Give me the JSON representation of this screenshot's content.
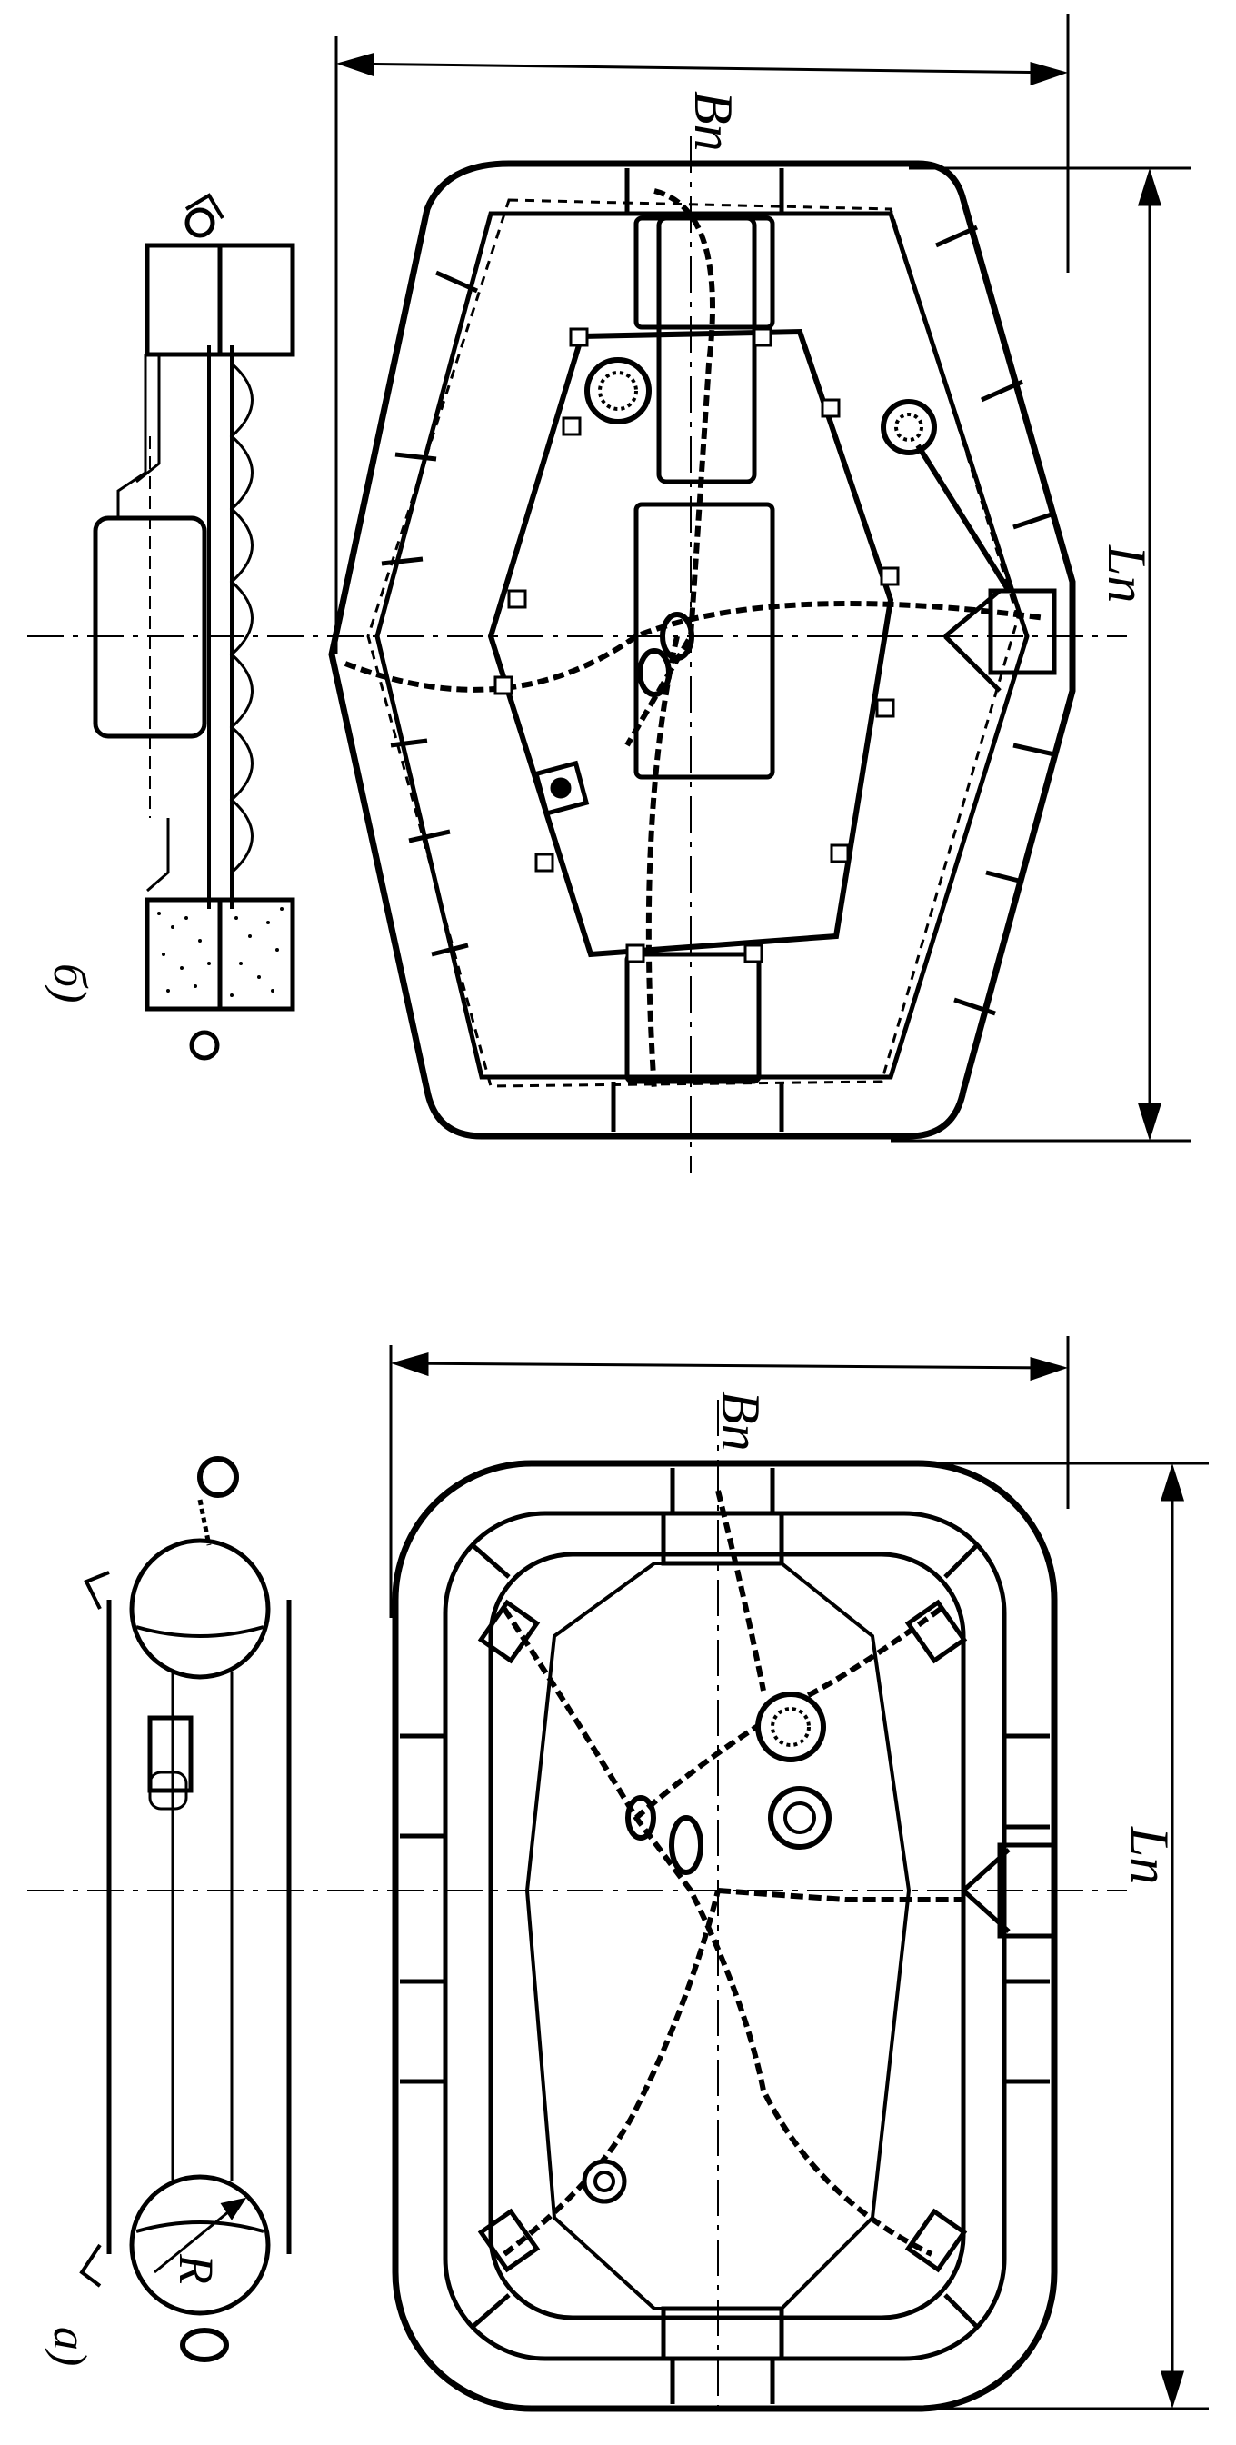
{
  "figure": {
    "top": {
      "panel_label": "б)",
      "width_label": "Bn",
      "length_label": "Ln"
    },
    "bottom": {
      "panel_label": "a)",
      "width_label": "Bn",
      "length_label": "Ln",
      "radius_label": "R"
    }
  },
  "colors": {
    "ink": "#000000",
    "paper": "#ffffff"
  },
  "icons": [
    "rope-coil-icon",
    "ring-icon",
    "anchor-shackle-icon",
    "light-lamp-icon"
  ]
}
